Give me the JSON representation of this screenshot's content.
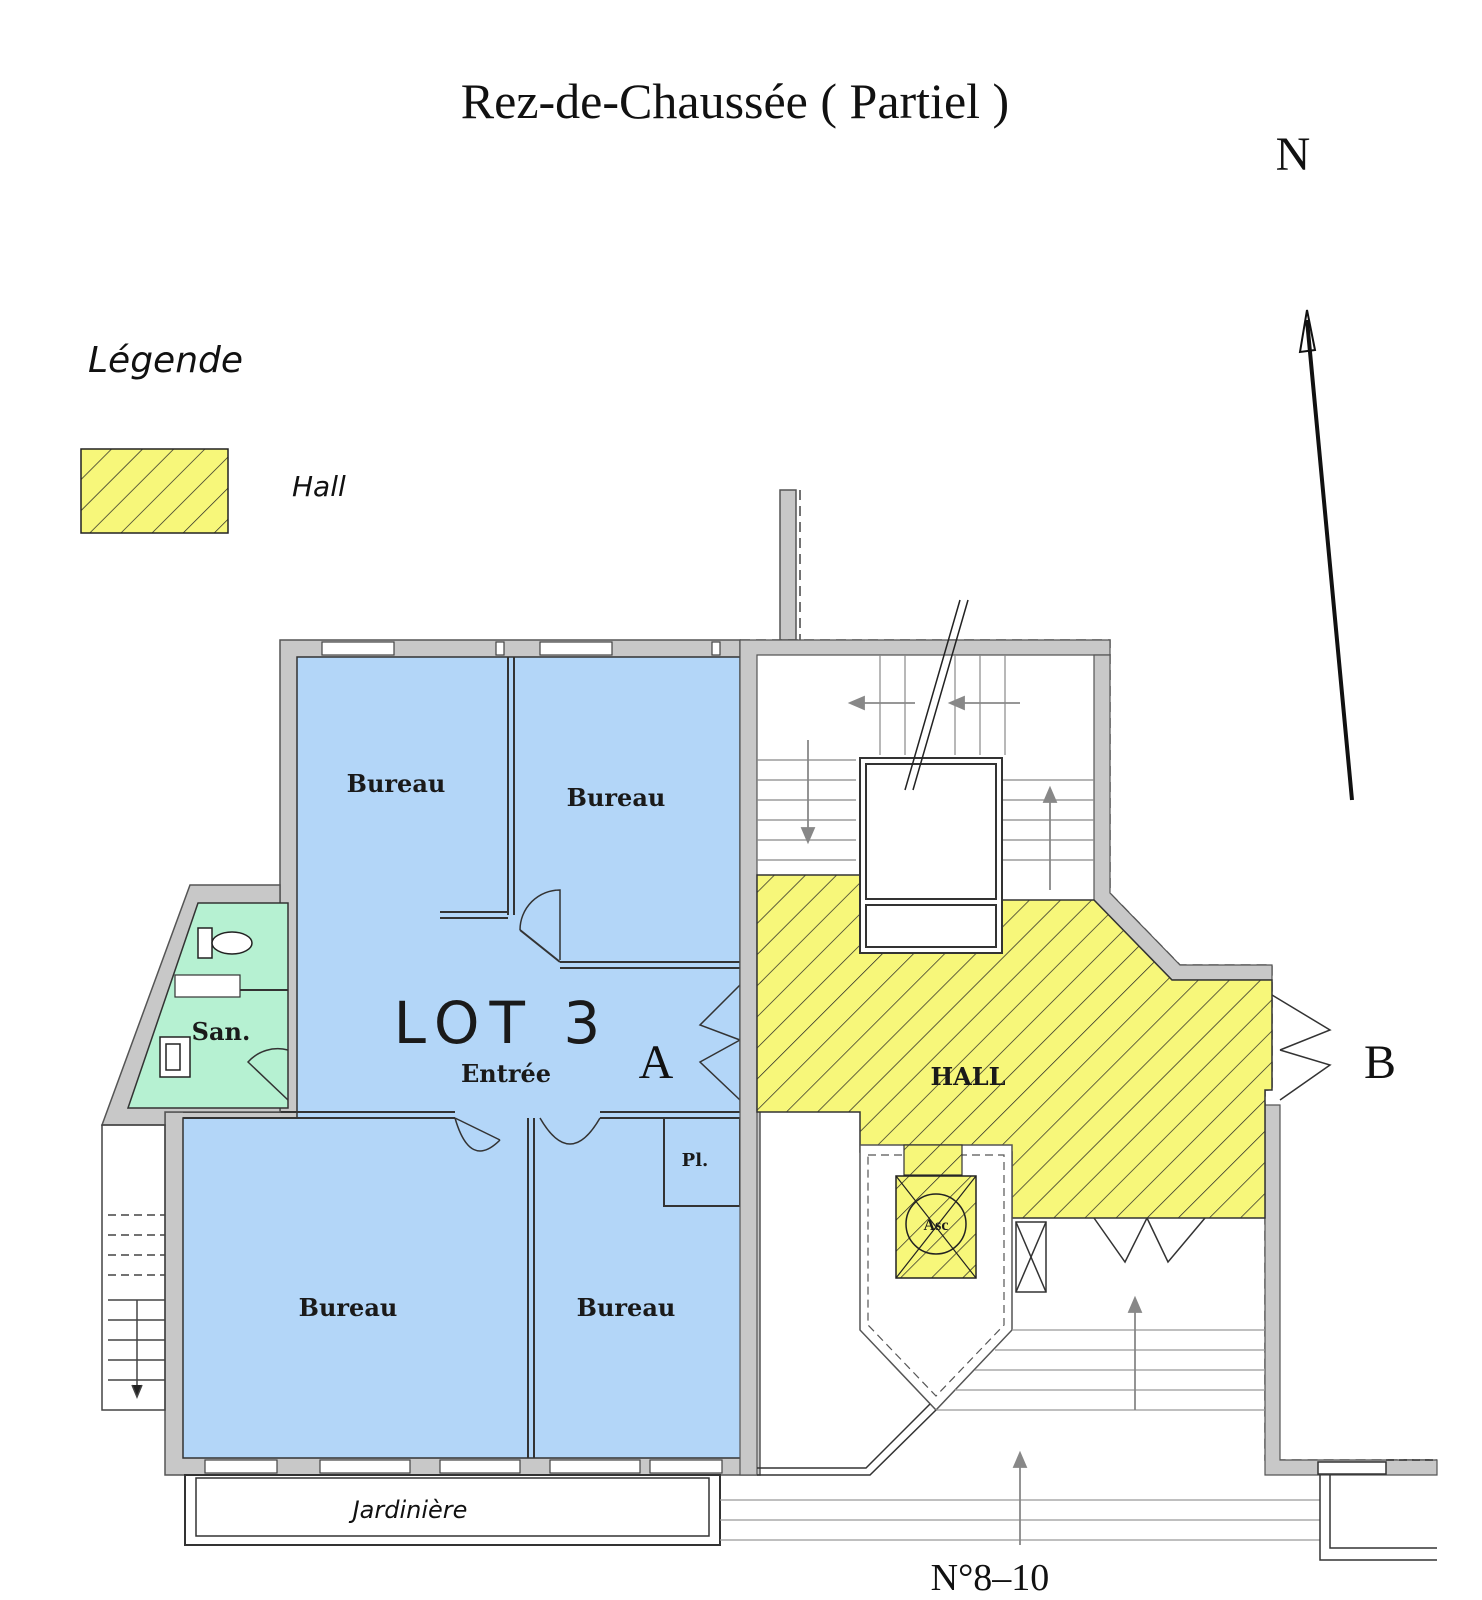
{
  "title": "Rez-de-Chaussée ( Partiel )",
  "north_label": "N",
  "legend": {
    "heading": "Légende",
    "items": [
      {
        "label": "Hall",
        "swatch_color": "#f7f77a",
        "pattern": "diagonal-hatch"
      }
    ]
  },
  "rooms": {
    "bureau_1": "Bureau",
    "bureau_2": "Bureau",
    "bureau_3": "Bureau",
    "bureau_4": "Bureau",
    "sanitaires": "San.",
    "placard": "Pl.",
    "entree": "Entrée",
    "lot": "LOT 3",
    "hall": "HALL",
    "ascenseur": "Asc",
    "jardiniere": "Jardinière"
  },
  "markers": {
    "entrance_a": "A",
    "entrance_b": "B"
  },
  "address": "N°8–10",
  "colors": {
    "office_blue": "#b3d6f8",
    "sanitary_green": "#b6f1d2",
    "hall_yellow": "#f7f77a",
    "wall_gray": "#c8c8c8",
    "line_dark": "#2a2a2a"
  }
}
